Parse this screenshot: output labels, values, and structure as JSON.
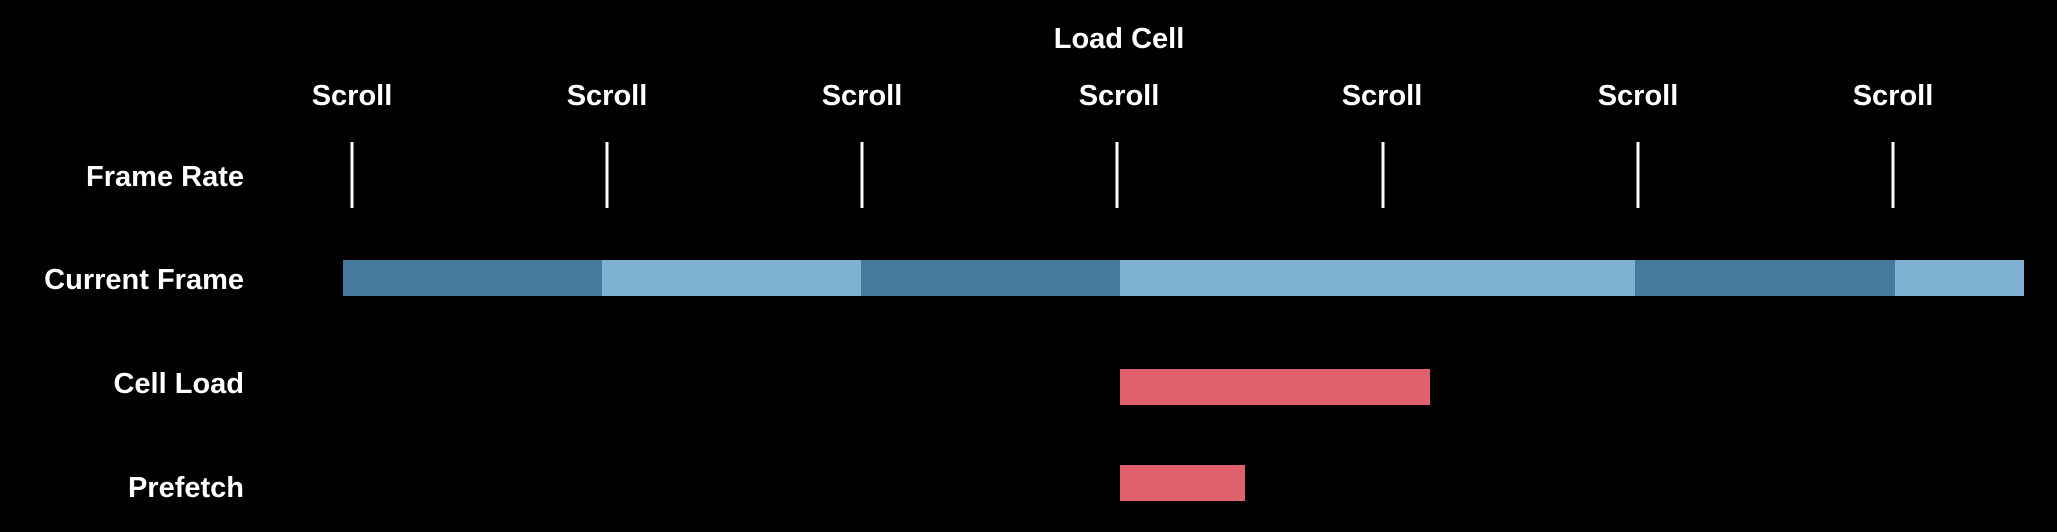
{
  "header": {
    "event_label": "Load Cell"
  },
  "scroll_labels": [
    "Scroll",
    "Scroll",
    "Scroll",
    "Scroll",
    "Scroll",
    "Scroll",
    "Scroll"
  ],
  "rows": {
    "frame_rate": "Frame Rate",
    "current_frame": "Current Frame",
    "cell_load": "Cell Load",
    "prefetch": "Prefetch"
  },
  "colors": {
    "background": "#000000",
    "frame_dark": "#467a9c",
    "frame_light": "#7fb1d0",
    "load_bar": "#e0606e",
    "text": "#ffffff"
  },
  "current_frame_shades": [
    "dark",
    "light",
    "dark",
    "light",
    "dark",
    "light"
  ]
}
